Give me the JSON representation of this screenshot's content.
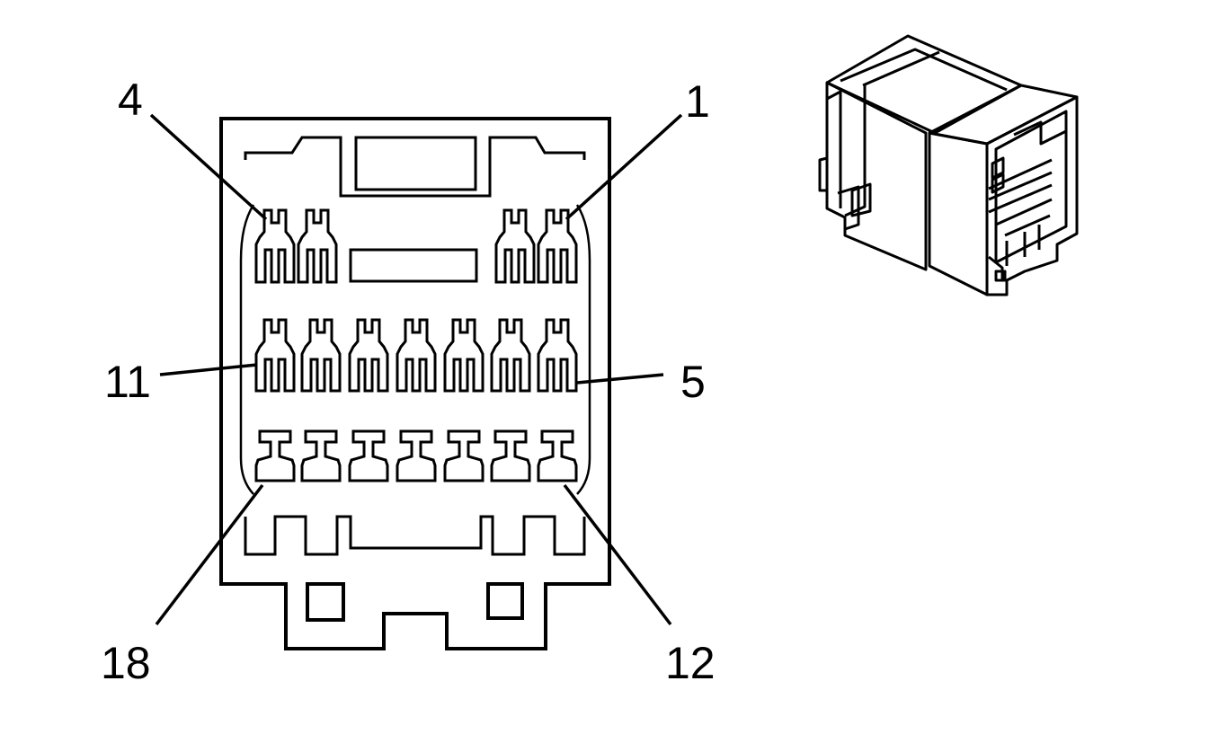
{
  "pin_labels": {
    "pin_4": "4",
    "pin_1": "1",
    "pin_11": "11",
    "pin_5": "5",
    "pin_18": "18",
    "pin_12": "12"
  }
}
